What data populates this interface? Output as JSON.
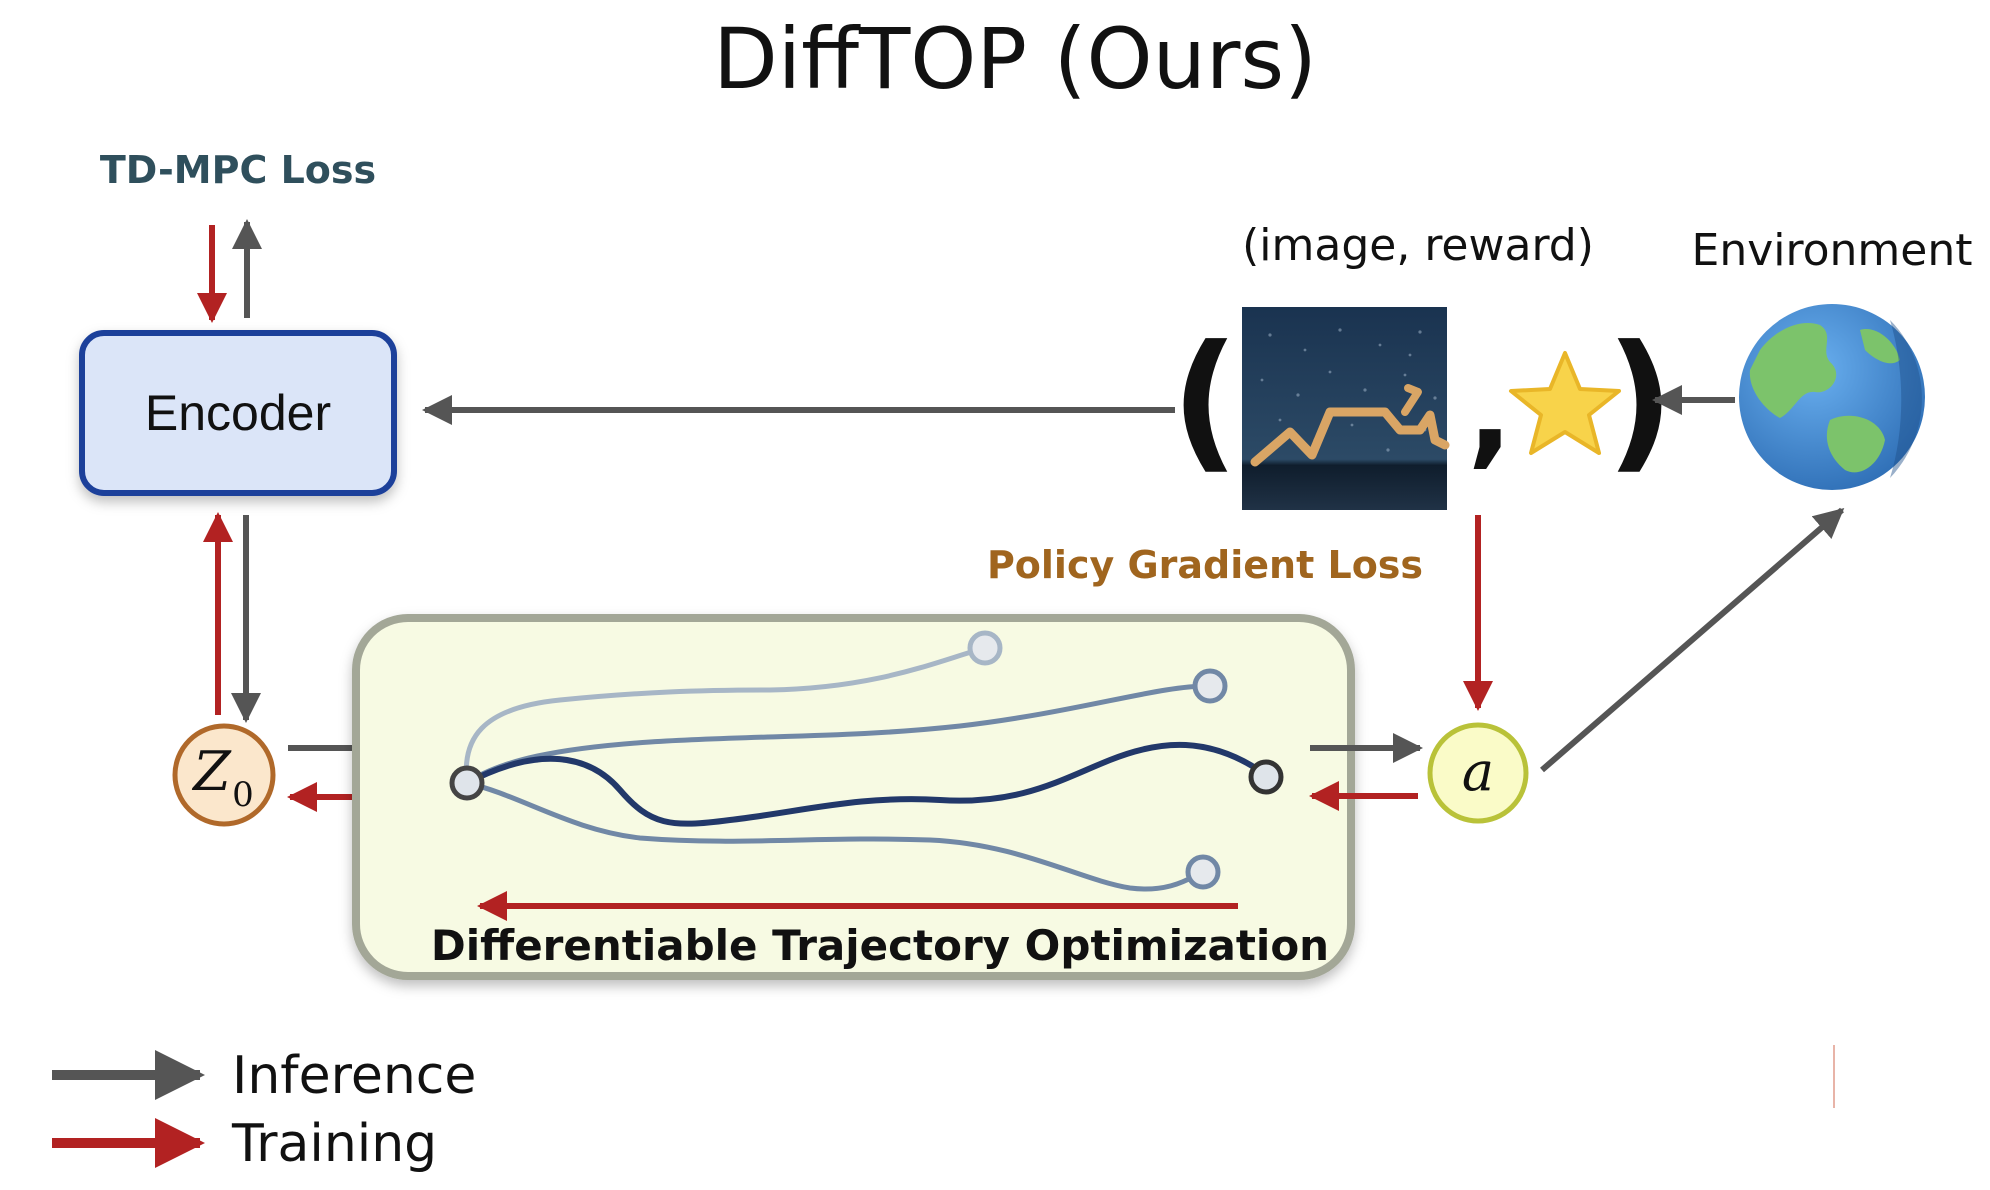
{
  "title": "DiffTOP (Ours)",
  "labels": {
    "td_mpc_loss": "TD-MPC Loss",
    "encoder": "Encoder",
    "image_reward": "(image, reward)",
    "environment": "Environment",
    "policy_gradient_loss": "Policy Gradient Loss",
    "dto": "Differentiable Trajectory Optimization",
    "tuple_open": "(",
    "tuple_comma": ",",
    "tuple_close": ")"
  },
  "nodes": {
    "z0_main": "Z",
    "z0_sub": "0",
    "action": "a"
  },
  "legend": [
    {
      "label": "Inference",
      "color": "#555555"
    },
    {
      "label": "Training",
      "color": "#b22222"
    }
  ],
  "colors": {
    "inference": "#555555",
    "training": "#b22222",
    "td_mpc": "#2f4f5c",
    "policy_gradient": "#a0651e",
    "encoder_fill": "#dbe5f8",
    "encoder_border": "#1c3f9a",
    "dto_fill": "#f7fae3",
    "dto_border": "#a3a797",
    "z0_fill": "#fbe7cc",
    "z0_border": "#b0692a",
    "a_fill": "#fafbc8",
    "a_border": "#b9c239"
  },
  "icons": {
    "frame": "robot-cheetah-frame-image",
    "reward": "star-icon",
    "environment": "globe-icon"
  }
}
